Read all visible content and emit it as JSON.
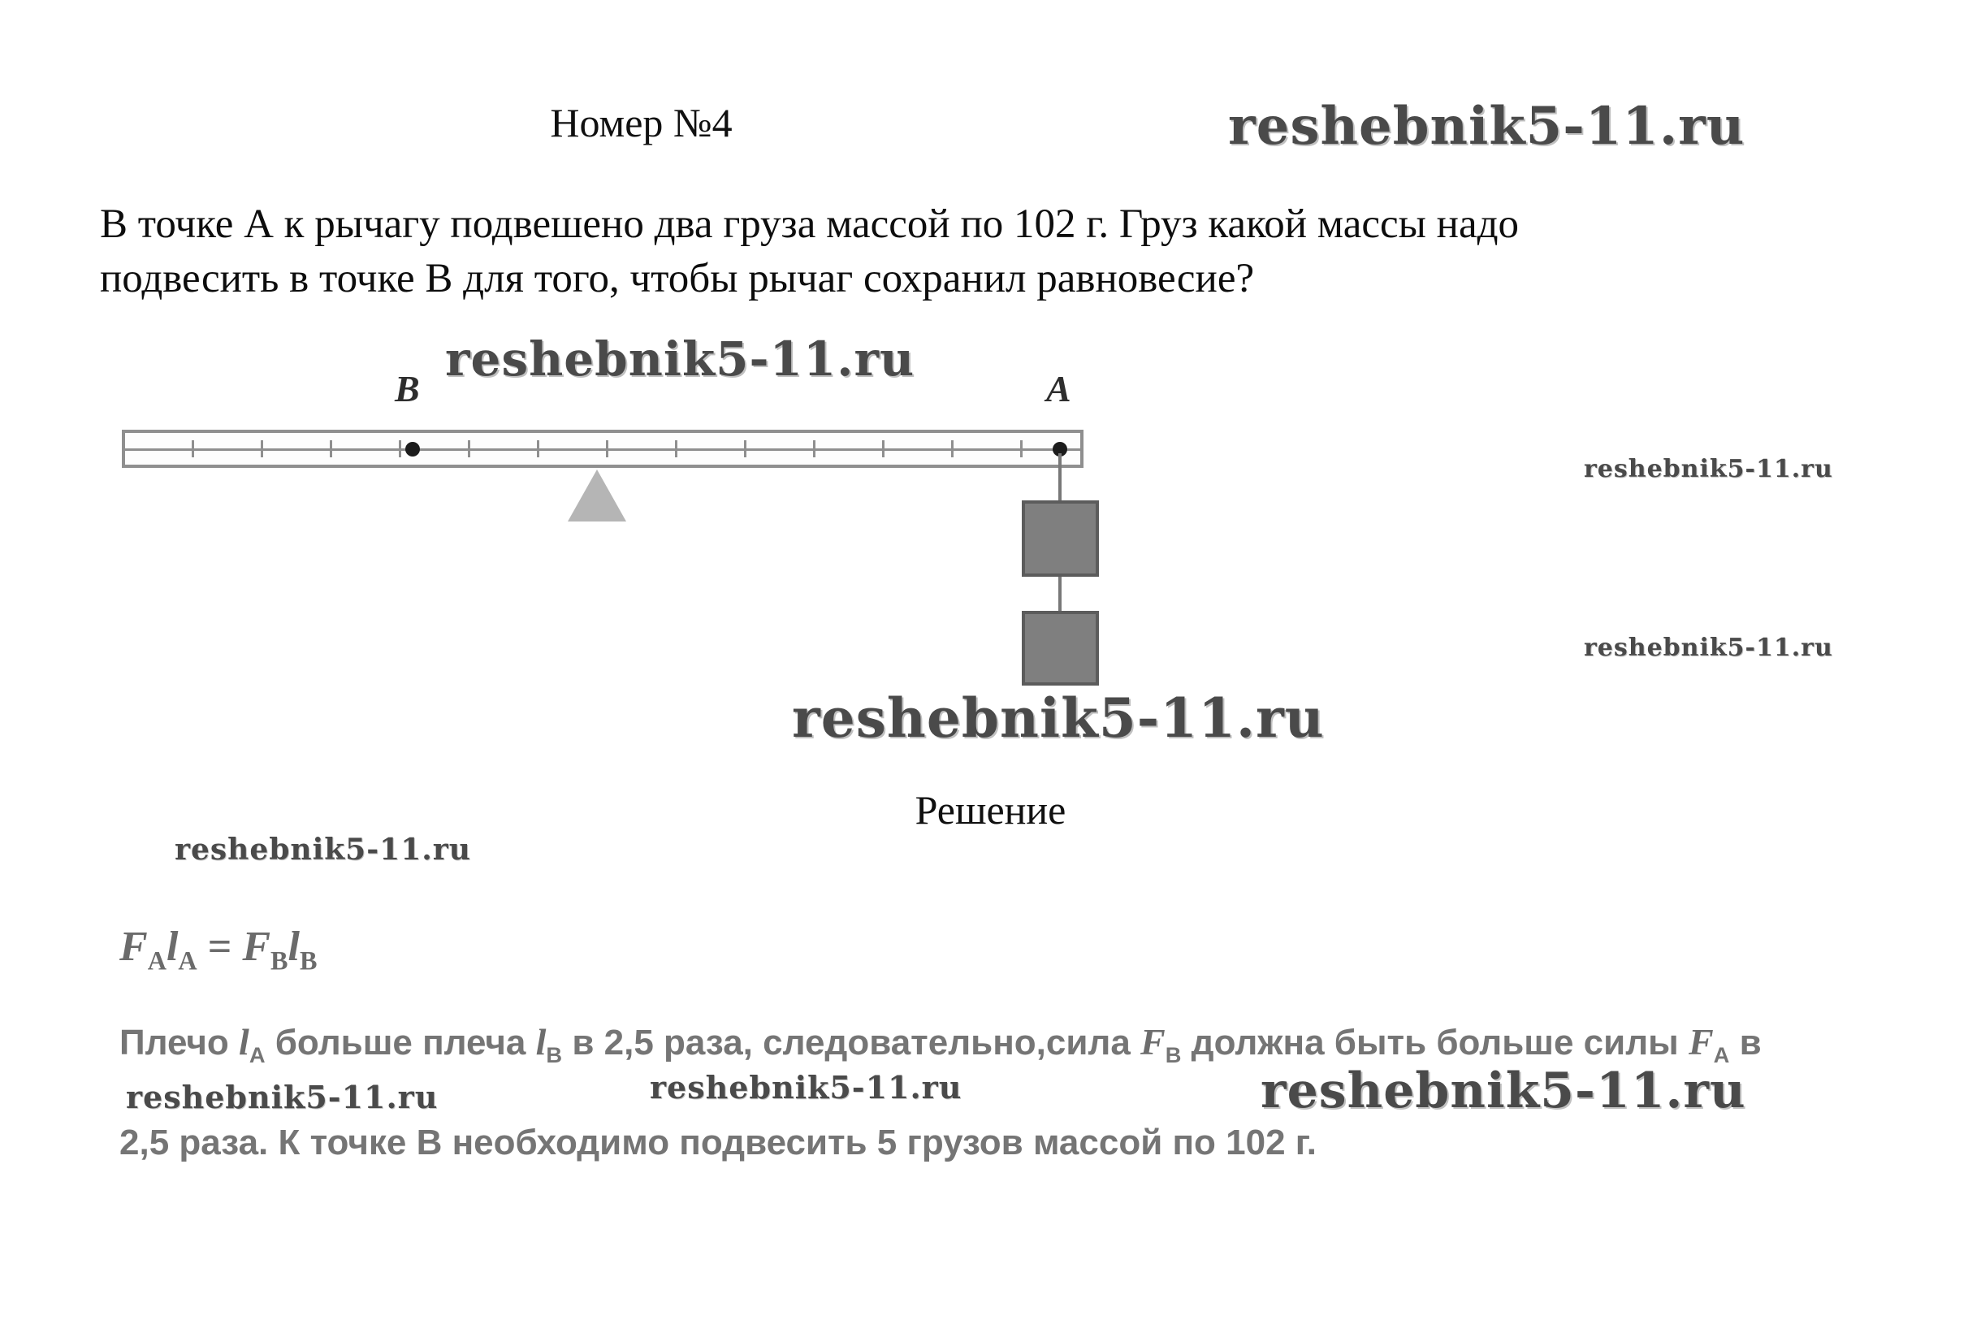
{
  "watermark": {
    "text": "reshebnik5-11.ru"
  },
  "header": {
    "title": "Номер №4"
  },
  "problem": {
    "line1": "В точке А к рычагу подвешено два груза массой по 102 г. Груз какой массы надо",
    "line2": "подвесить в точке В для того, чтобы рычаг сохранил равновесие?"
  },
  "diagram": {
    "label_b": "B",
    "label_a": "A"
  },
  "solution": {
    "heading": "Решение",
    "formula": {
      "F": "F",
      "l": "l",
      "sub_A": "A",
      "sub_B": "B",
      "eq": " = "
    },
    "line1": {
      "t1": "Плечо ",
      "m1": "l",
      "s1": "A",
      "t2": " больше плеча ",
      "m2": "l",
      "s2": "B",
      "t3": " в 2,5 раза, следовательно,сила ",
      "m3": "F",
      "s3": "B",
      "t4": " должна быть больше силы ",
      "m4": "F",
      "s4": "A",
      "t5": " в"
    },
    "line2": "2,5 раза. К точке В необходимо подвесить 5 грузов массой по 102 г."
  }
}
